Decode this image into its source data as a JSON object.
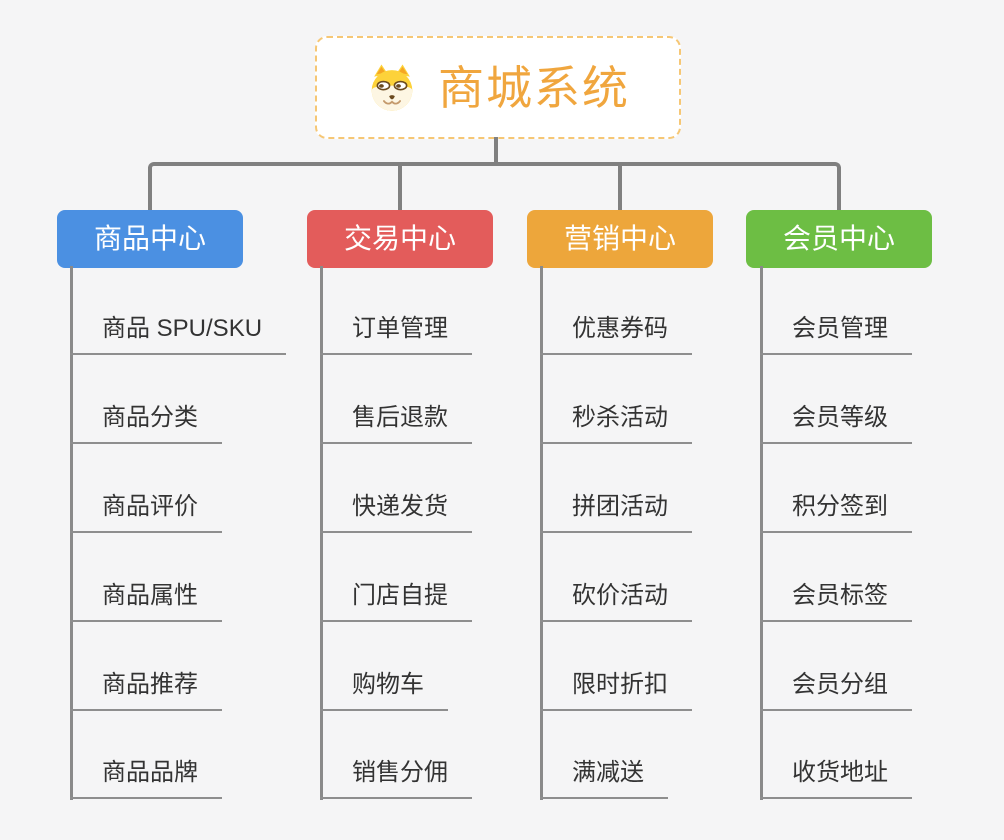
{
  "root": {
    "title": "商城系统",
    "icon": "doge-icon"
  },
  "branches": [
    {
      "id": "product-center",
      "label": "商品中心",
      "color": "#4b90e2",
      "items": [
        "商品 SPU/SKU",
        "商品分类",
        "商品评价",
        "商品属性",
        "商品推荐",
        "商品品牌"
      ]
    },
    {
      "id": "trade-center",
      "label": "交易中心",
      "color": "#e35c5b",
      "items": [
        "订单管理",
        "售后退款",
        "快递发货",
        "门店自提",
        "购物车",
        "销售分佣"
      ]
    },
    {
      "id": "marketing-center",
      "label": "营销中心",
      "color": "#eda63b",
      "items": [
        "优惠券码",
        "秒杀活动",
        "拼团活动",
        "砍价活动",
        "限时折扣",
        "满减送"
      ]
    },
    {
      "id": "member-center",
      "label": "会员中心",
      "color": "#6dbe44",
      "items": [
        "会员管理",
        "会员等级",
        "积分签到",
        "会员标签",
        "会员分组",
        "收货地址"
      ]
    }
  ],
  "colors": {
    "background": "#f5f5f6",
    "root_border": "#f6c775",
    "root_text": "#f0a63e",
    "connector": "#808080",
    "spine": "#8a8a8a",
    "underline": "#8e8e8e",
    "item_text": "#333333"
  }
}
